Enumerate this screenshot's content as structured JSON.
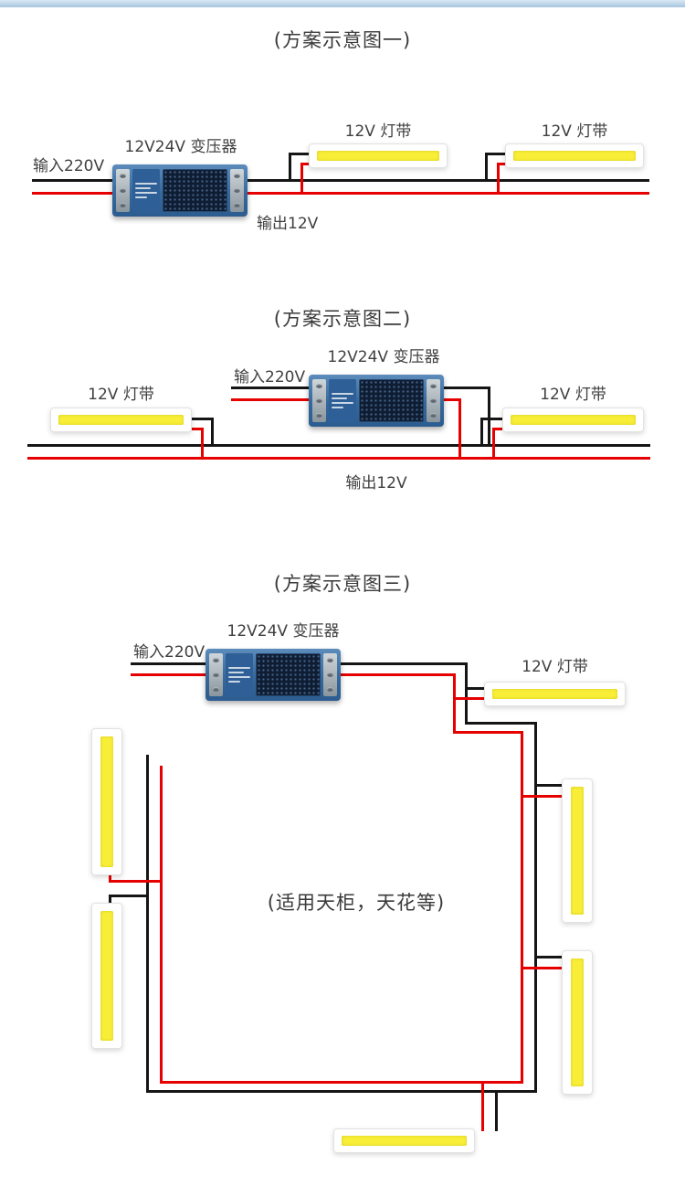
{
  "colors": {
    "wire_black": "#151515",
    "wire_red": "#e60000",
    "strip_yellow": "#f8ee38",
    "transformer_blue": "#36689c"
  },
  "scheme1": {
    "title": "(方案示意图一)",
    "transformer_label": "12V24V 变压器",
    "input_label": "输入220V",
    "output_label": "输出12V",
    "strip1_label": "12V 灯带",
    "strip2_label": "12V 灯带"
  },
  "scheme2": {
    "title": "(方案示意图二)",
    "transformer_label": "12V24V 变压器",
    "input_label": "输入220V",
    "output_label": "输出12V",
    "strip_left_label": "12V 灯带",
    "strip_right_label": "12V 灯带"
  },
  "scheme3": {
    "title": "(方案示意图三)",
    "transformer_label": "12V24V 变压器",
    "input_label": "输入220V",
    "strip_label": "12V 灯带",
    "note": "(适用天柜，天花等)"
  }
}
